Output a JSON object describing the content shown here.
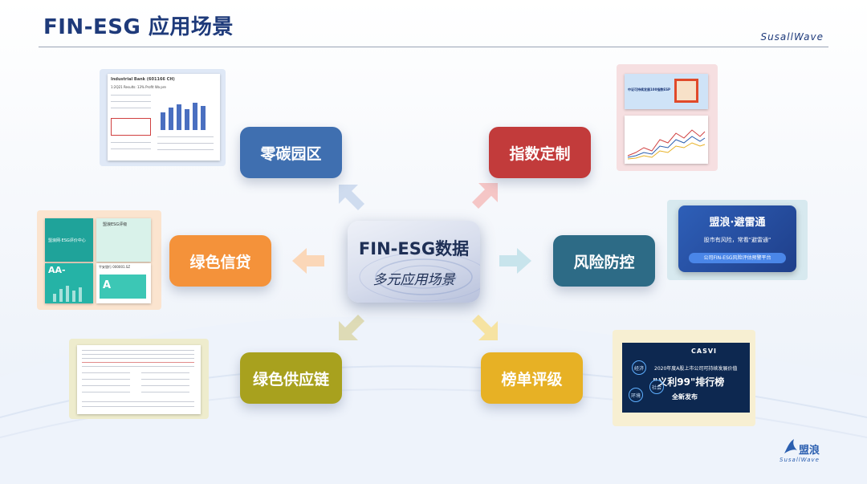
{
  "header": {
    "title": "FIN-ESG 应用场景",
    "brand": "SusallWave"
  },
  "center": {
    "title": "FIN-ESG数据",
    "subtitle": "多元应用场景"
  },
  "scenarios": [
    {
      "id": "zero-carbon",
      "label": "零碳园区",
      "color": "#3f6fb0"
    },
    {
      "id": "index-custom",
      "label": "指数定制",
      "color": "#c23b3b"
    },
    {
      "id": "green-credit",
      "label": "绿色信贷",
      "color": "#f4923a"
    },
    {
      "id": "risk-control",
      "label": "风险防控",
      "color": "#2d6b86"
    },
    {
      "id": "green-supply",
      "label": "绿色供应链",
      "color": "#a8a11e"
    },
    {
      "id": "ranking",
      "label": "榜单评级",
      "color": "#e7b125"
    }
  ],
  "thumbnails": {
    "zero_carbon": {
      "doc_title": "Industrial Bank (601166 CH)",
      "doc_subtitle": "1:2Q21 Results: 13% Profit Wa pre"
    },
    "index_custom": {
      "banner_text": "中证可持续发展100指数ESP"
    },
    "green_credit": {
      "site_title": "盟浪网·ESG评价中心",
      "tab_label": "盟浪ESG评级",
      "grade_1": "AA-",
      "stock_label": "平安银行 000001.SZ",
      "grade_2": "A"
    },
    "risk_control": {
      "title": "盟浪·避雷通",
      "tagline": "股市有风险，常看\"避雷通\"",
      "button": "公司FIN-ESG风险评估预警平台"
    },
    "ranking": {
      "org": "CASVI",
      "subtitle": "2020年度A股上市公司可持续发展价值",
      "headline": "\"义利99\"排行榜",
      "release": "全新发布",
      "tag_1": "经济",
      "tag_2": "社会",
      "tag_3": "环境"
    }
  },
  "footer_logo": {
    "name": "盟浪",
    "tagline": "SusallWave"
  },
  "colors": {
    "title": "#1e3a7a",
    "rule": "#9aa3b5"
  }
}
